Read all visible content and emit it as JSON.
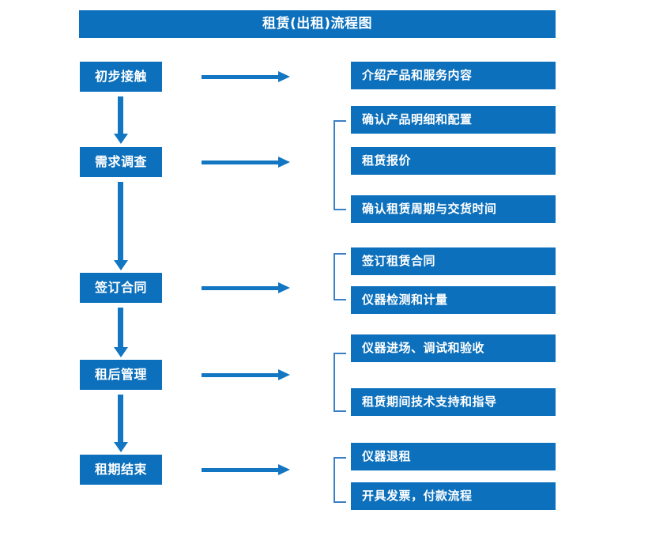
{
  "chart_data": {
    "type": "diagram",
    "title": "租赁(出租)流程图",
    "diagram_kind": "flowchart",
    "orientation": "vertical-with-side-details",
    "stages": [
      {
        "label": "初步接触",
        "details": [
          "介绍产品和服务内容"
        ],
        "grouped": false
      },
      {
        "label": "需求调查",
        "details": [
          "确认产品明细和配置",
          "租赁报价",
          "确认租赁周期与交货时间"
        ],
        "grouped": true
      },
      {
        "label": "签订合同",
        "details": [
          "签订租赁合同",
          "仪器检测和计量"
        ],
        "grouped": true
      },
      {
        "label": "租后管理",
        "details": [
          "仪器进场、调试和验收",
          "租赁期间技术支持和指导"
        ],
        "grouped": true
      },
      {
        "label": "租期结束",
        "details": [
          "仪器退租",
          "开具发票，付款流程"
        ],
        "grouped": true
      }
    ]
  },
  "header": {
    "title": "租赁(出租)流程图"
  },
  "colors": {
    "box_fill": "#0c70bc",
    "box_text": "#ffffff",
    "arrow": "#1276c2",
    "bracket": "#3a7fc4",
    "background": "#ffffff"
  },
  "stages": [
    {
      "label": "初步接触"
    },
    {
      "label": "需求调查"
    },
    {
      "label": "签订合同"
    },
    {
      "label": "租后管理"
    },
    {
      "label": "租期结束"
    }
  ],
  "details": [
    {
      "label": "介绍产品和服务内容"
    },
    {
      "label": "确认产品明细和配置"
    },
    {
      "label": "租赁报价"
    },
    {
      "label": "确认租赁周期与交货时间"
    },
    {
      "label": "签订租赁合同"
    },
    {
      "label": "仪器检测和计量"
    },
    {
      "label": "仪器进场、调试和验收"
    },
    {
      "label": "租赁期间技术支持和指导"
    },
    {
      "label": "仪器退租"
    },
    {
      "label": "开具发票，付款流程"
    }
  ]
}
